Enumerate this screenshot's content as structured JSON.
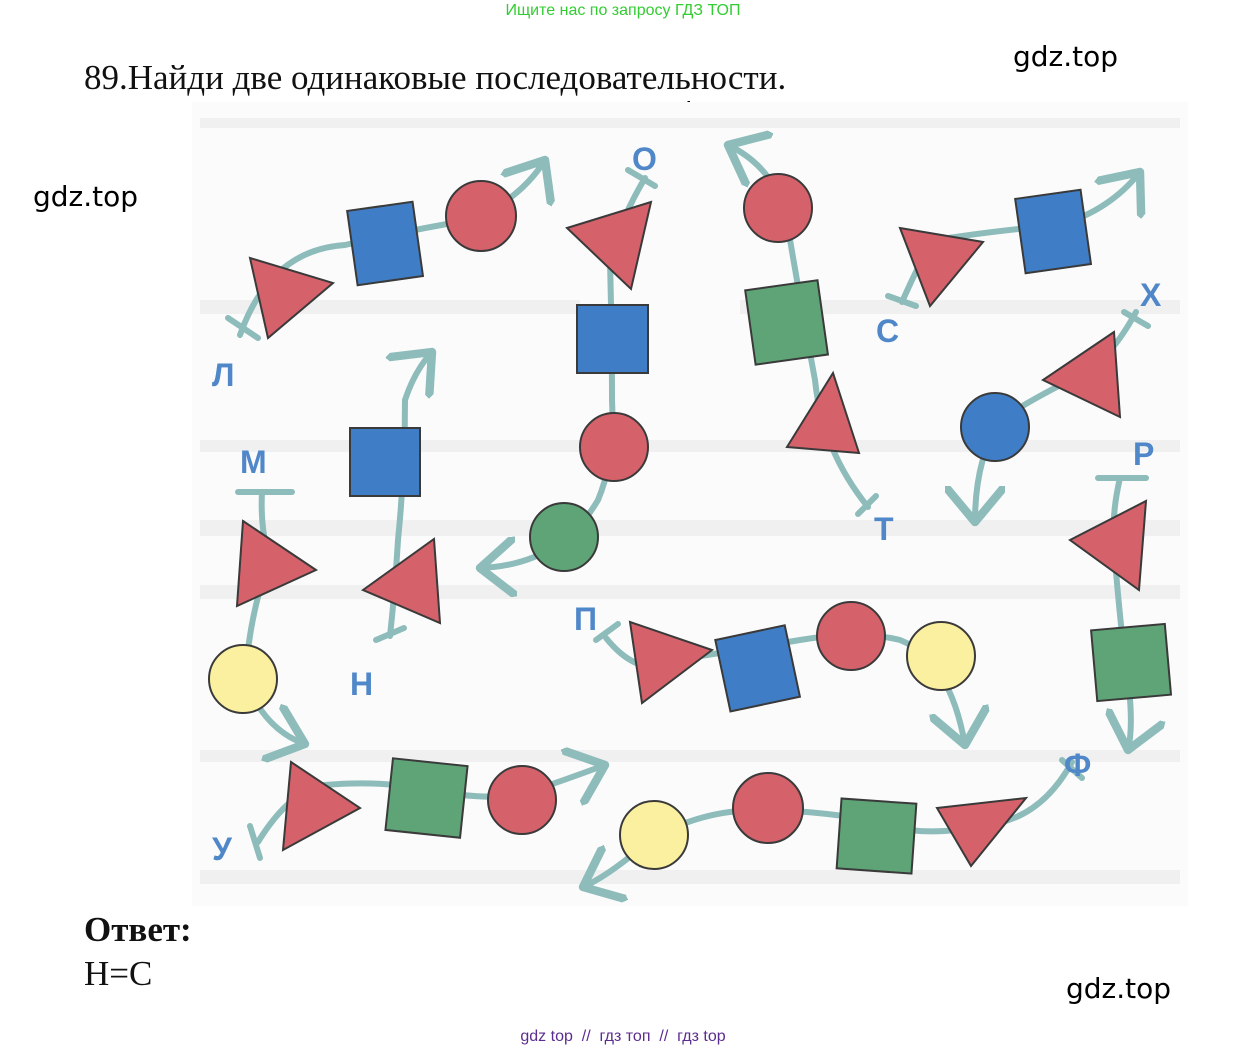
{
  "banner": "Ищите нас по запросу ГДЗ ТОП",
  "task": {
    "title": "89.Найди две одинаковые последовательности."
  },
  "watermark": "gdz.top",
  "answer": {
    "label": "Ответ:",
    "value": "Н=С"
  },
  "footer": "gdz top  //  гдз топ  //  гдз top",
  "letters": {
    "l": "Л",
    "o": "О",
    "s": "С",
    "kh": "Х",
    "m": "М",
    "n": "Н",
    "t": "Т",
    "r": "Р",
    "p": "П",
    "f": "Ф",
    "u": "У"
  },
  "colors": {
    "red": "#d5626b",
    "blue": "#3f7ec6",
    "green": "#5ea477",
    "yellow": "#fbf0a0",
    "line": "#8dbcbb",
    "letter": "#4f87c9"
  }
}
